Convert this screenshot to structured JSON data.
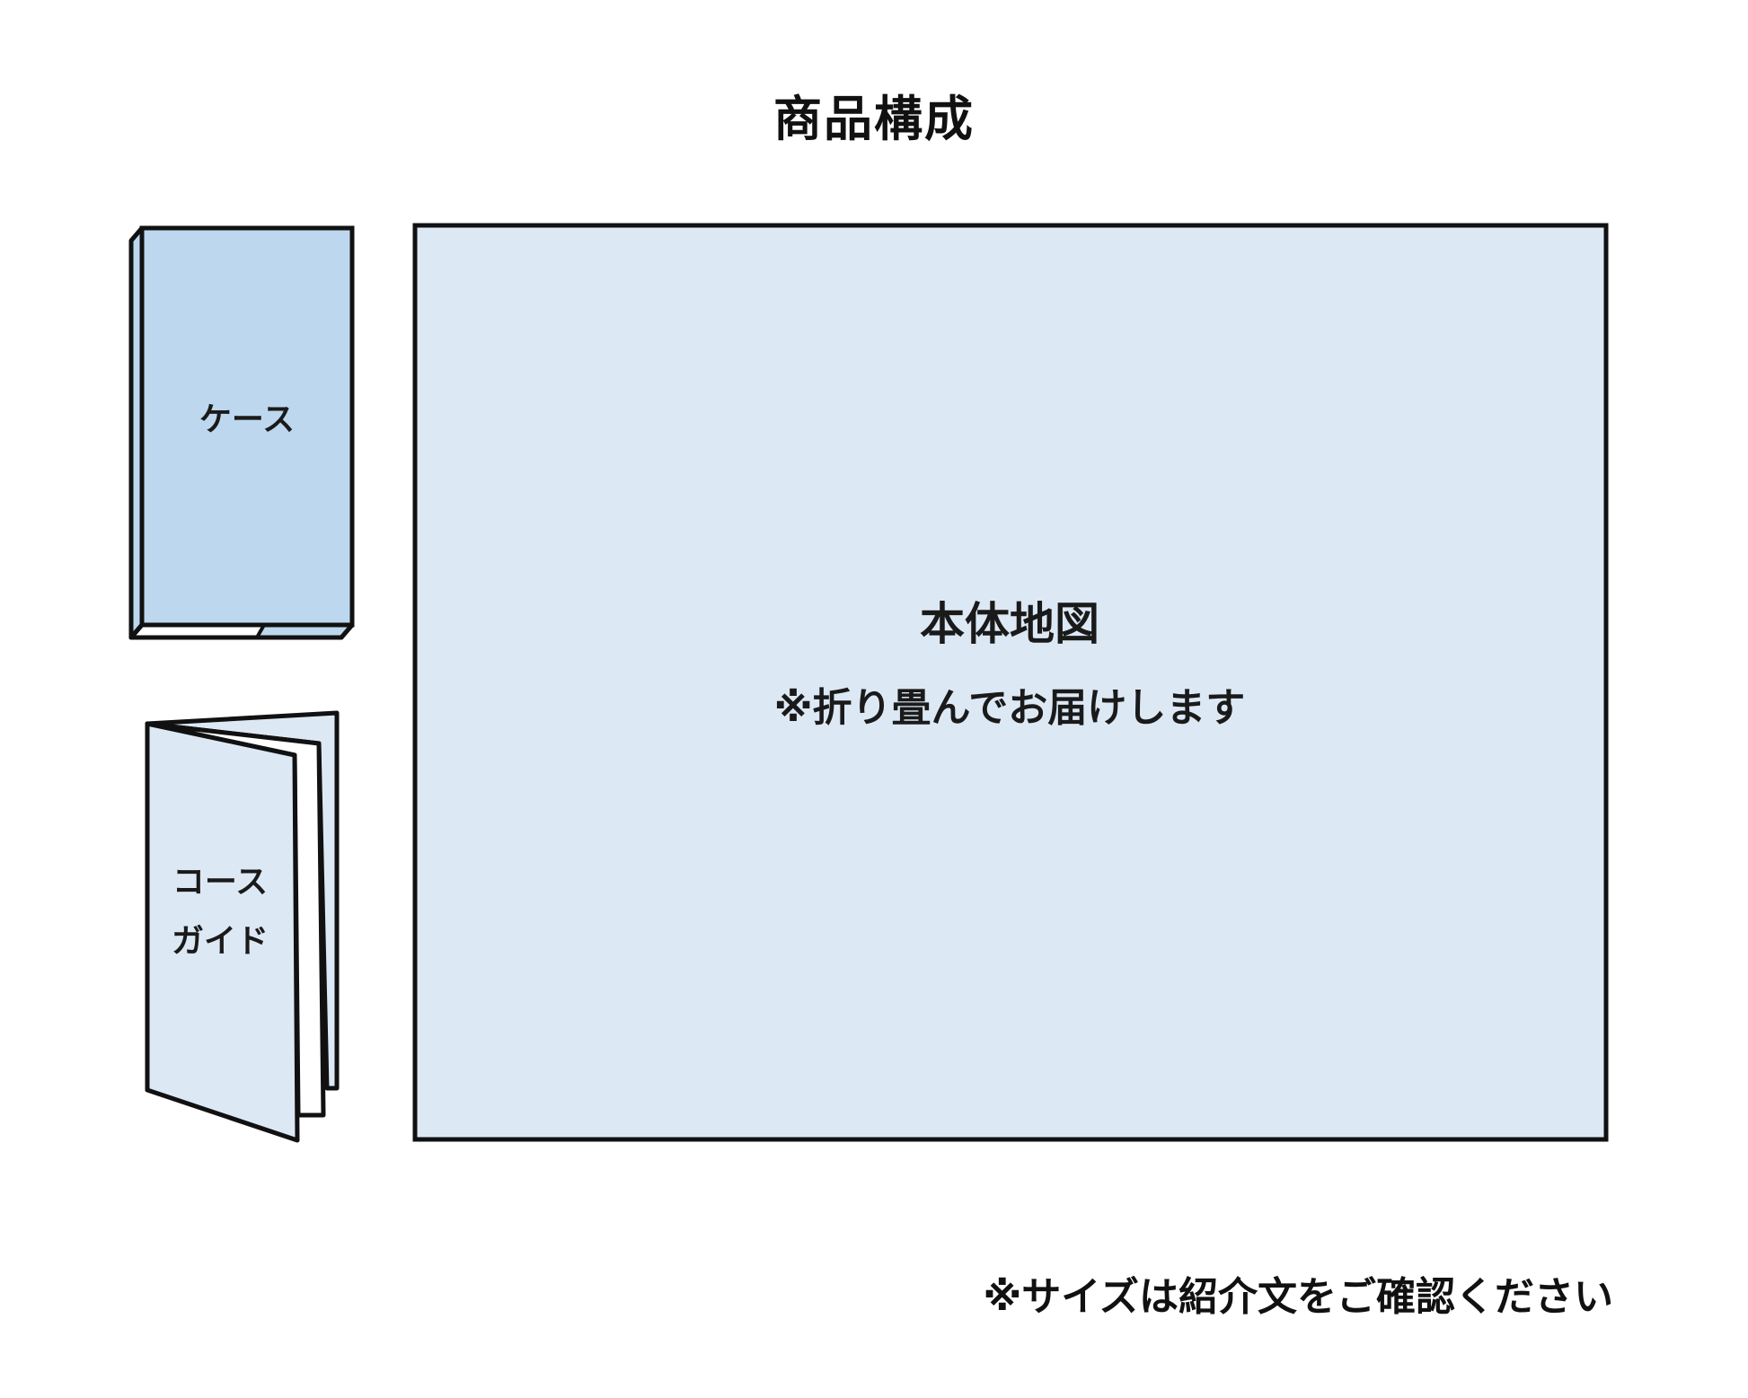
{
  "title": "商品構成",
  "items": [
    {
      "id": "case",
      "label": "ケース",
      "fill": "#bdd7ee"
    },
    {
      "id": "course_guide",
      "label_line1": "コース",
      "label_line2": "ガイド",
      "fill": "#dde8f5"
    },
    {
      "id": "main_map",
      "label": "本体地図",
      "note": "※折り畳んでお届けします",
      "fill": "#dde8f5"
    }
  ],
  "footnote": "※サイズは紹介文をご確認ください",
  "colors": {
    "case_fill": "#bdd7ee",
    "paper_fill": "#dde8f5",
    "stroke": "#111111",
    "background": "#ffffff"
  }
}
